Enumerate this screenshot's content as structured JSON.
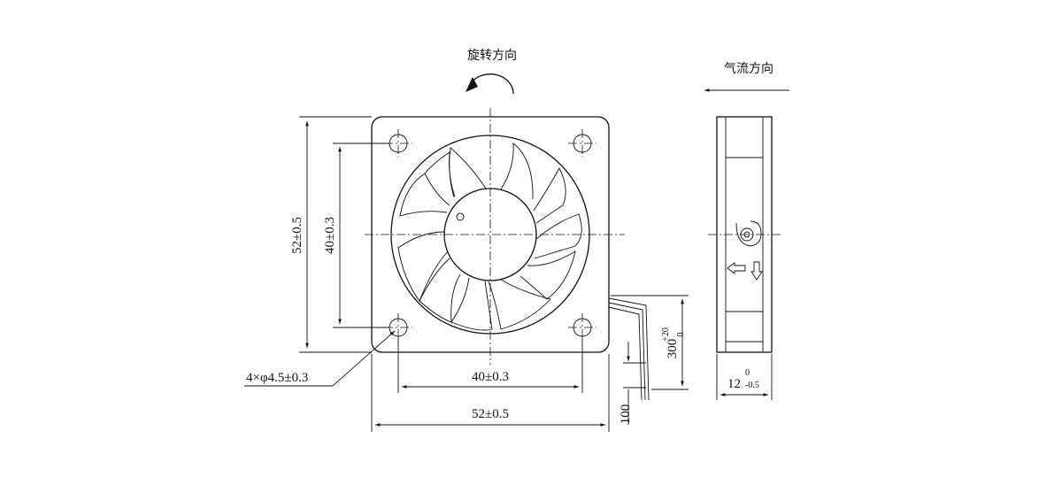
{
  "labels": {
    "rotation_direction": "旋转方向",
    "airflow_direction": "气流方向"
  },
  "dimensions": {
    "overall_height": "52±0.5",
    "hole_spacing_vertical": "40±0.3",
    "hole_spacing_horizontal": "40±0.3",
    "overall_width": "52±0.5",
    "mounting_holes": "4×φ4.5±0.3",
    "thickness": "12",
    "thickness_tol_upper": "0",
    "thickness_tol_lower": "-0.5",
    "lead_length": "300",
    "lead_tol_upper": "+20",
    "lead_tol_lower": "0",
    "strip_length": "100"
  },
  "icons": [
    "rotation-arrow-icon",
    "airflow-arrow-icon",
    "side-arrow-left-icon",
    "side-arrow-down-icon"
  ]
}
